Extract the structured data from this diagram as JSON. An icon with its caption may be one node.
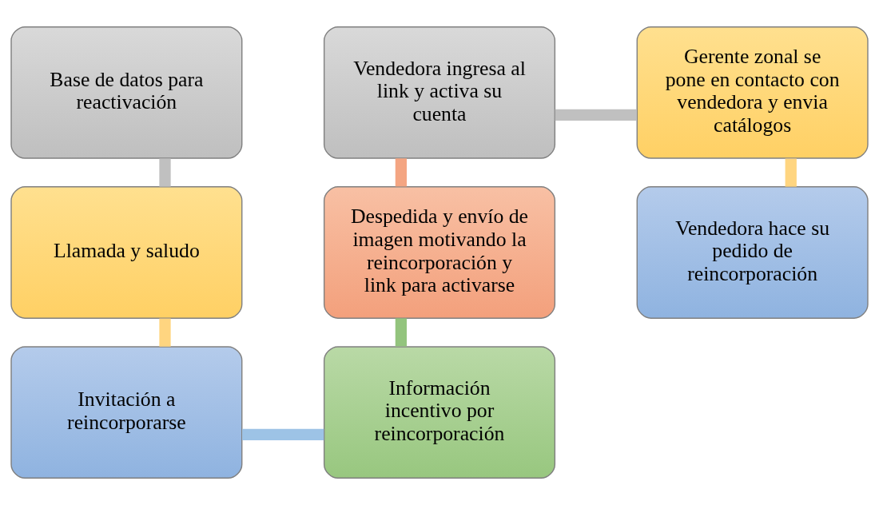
{
  "diagram": {
    "nodes": [
      {
        "text": [
          "Base de datos para reactivación"
        ]
      },
      {
        "text": [
          "Llamada y saludo"
        ]
      },
      {
        "text": [
          "Invitación a reincorporarse"
        ]
      },
      {
        "text": [
          "Información incentivo por reincorporación"
        ]
      },
      {
        "text": [
          "Despedida y envío de  imagen motivando la reincorporación y link para activarse"
        ]
      },
      {
        "text": [
          "Vendedora ingresa al link y activa su cuenta"
        ]
      },
      {
        "text": [
          "Gerente zonal se pone en contacto con vendedora y envia catálogos"
        ]
      },
      {
        "text": [
          "Vendedora hace su pedido de reincorporación"
        ]
      }
    ],
    "edges": [
      {
        "from": 0,
        "to": 1,
        "arrow": "none",
        "color": "#c0c0c0"
      },
      {
        "from": 1,
        "to": 2,
        "arrow": "none",
        "color": "#ffd580"
      },
      {
        "from": 2,
        "to": 3,
        "arrow": "none",
        "color": "#9dc3e6"
      },
      {
        "from": 3,
        "to": 4,
        "arrow": "none",
        "color": "#93c47d"
      },
      {
        "from": 4,
        "to": 5,
        "arrow": "none",
        "color": "#f4a582"
      },
      {
        "from": 5,
        "to": 6,
        "arrow": "none",
        "color": "#c0c0c0"
      },
      {
        "from": 6,
        "to": 7,
        "arrow": "none",
        "color": "#ffd580"
      }
    ]
  }
}
